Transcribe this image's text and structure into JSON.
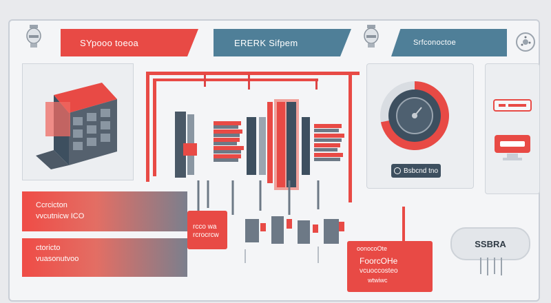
{
  "header": {
    "title_left": "SYpooo toeoa",
    "title_center": "ERERK Sifpem",
    "title_right": "Srfconoctoe"
  },
  "panels": {
    "left_card_1": {
      "line1": "Ccrcicton",
      "line2": "vvcutnicw ICO"
    },
    "left_card_2": {
      "line1": "ctoricto",
      "line2": "vuasonutvoo"
    },
    "mid_badge": {
      "line1": "rcco wa",
      "line2": "rcrocrcw"
    },
    "gauge_badge": {
      "label": "Bsbcnd tno"
    },
    "bottom_card": {
      "line1": "oonocoOte",
      "line2": "FoorcOHe",
      "line3": "vcuoccosteo",
      "line4": "wtwiwc"
    },
    "right_tag": {
      "label": "SSBRA"
    }
  },
  "gauge": {
    "fill_fraction": 0.72
  },
  "colors": {
    "accent_red": "#e84a45",
    "accent_blue": "#4f7f98",
    "dark": "#3d4f5f"
  },
  "icons": [
    "lamp-icon",
    "settings-dial-icon",
    "server-rack-icon",
    "gauge-icon",
    "monitor-icon",
    "card-icon"
  ]
}
